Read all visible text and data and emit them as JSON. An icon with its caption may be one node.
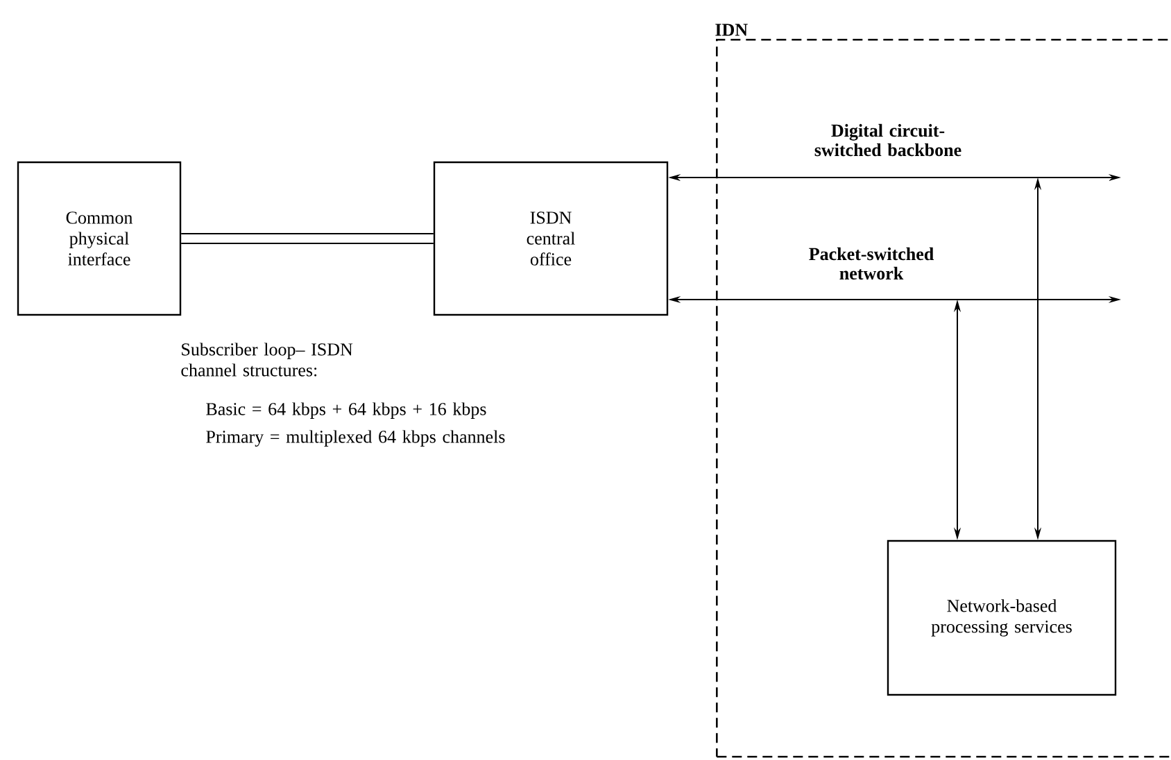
{
  "diagram": {
    "nodes": [
      {
        "text": [
          "IDN"
        ]
      },
      {
        "text": [
          "Common physical interface"
        ]
      },
      {
        "text": [
          "ISDN central office"
        ]
      },
      {
        "text": [
          "Network-based processing services"
        ],
        "in": 0
      }
    ],
    "edges": [
      {
        "from": 1,
        "to": 2,
        "arrow": "none",
        "style": "thick"
      },
      {
        "from": 2,
        "to": null,
        "arrow": "both",
        "label": "Digital circuit-switched backbone"
      },
      {
        "from": 2,
        "to": null,
        "arrow": "both",
        "label": "Packet-switched network"
      },
      {
        "from": 3,
        "to": null,
        "arrow": "both"
      },
      {
        "from": 3,
        "to": null,
        "arrow": "both"
      }
    ],
    "labels": [
      "Subscriber loop– ISDN channel structures:",
      "Basic = 64 kbps + 64 kbps + 16 kbps",
      "Primary = multiplexed 64 kbps channels"
    ]
  }
}
